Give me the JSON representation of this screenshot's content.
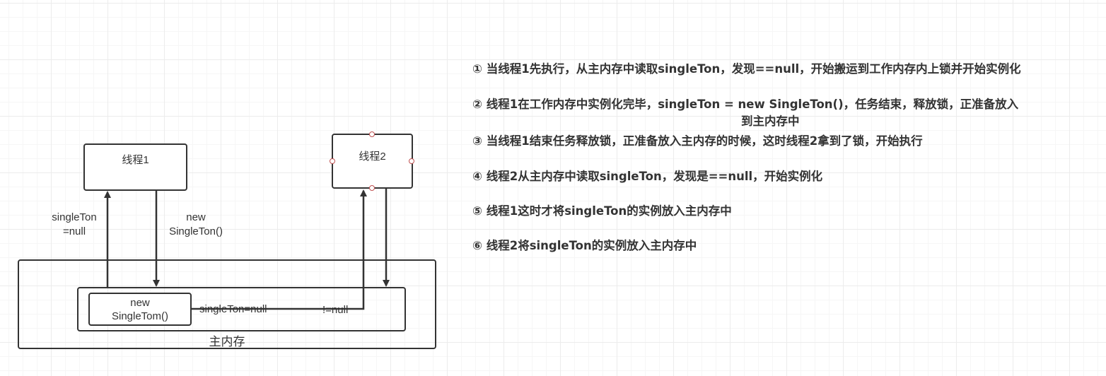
{
  "diagram": {
    "main_memory": {
      "label": "主内存"
    },
    "inner_memory": {
      "instance_box": {
        "line1": "new",
        "line2": "SingleTom()"
      },
      "value_label": "singleTon=null",
      "check_label": "!=null"
    },
    "thread1": {
      "label": "线程1",
      "read_label": {
        "line1": "singleTon",
        "line2": "=null"
      },
      "write_label": {
        "line1": "new",
        "line2": "SingleTon()"
      }
    },
    "thread2": {
      "label": "线程2"
    },
    "colors": {
      "stroke": "#333333",
      "handle": "#c05050",
      "grid": "#ececec"
    }
  },
  "steps": [
    {
      "text": "① 当线程1先执行，从主内存中读取singleTon，发现==null，开始搬运到工作内存内上锁并开始实例化"
    },
    {
      "text": "② 线程1在工作内存中实例化完毕，singleTon = new SingleTon()，任务结束，释放锁，正准备放入",
      "continuation": "到主内存中"
    },
    {
      "text": "③ 当线程1结束任务释放锁，正准备放入主内存的时候，这时线程2拿到了锁，开始执行"
    },
    {
      "text": "④ 线程2从主内存中读取singleTon，发现是==null，开始实例化"
    },
    {
      "text": "⑤ 线程1这时才将singleTon的实例放入主内存中"
    },
    {
      "text": "⑥ 线程2将singleTon的实例放入主内存中"
    }
  ]
}
